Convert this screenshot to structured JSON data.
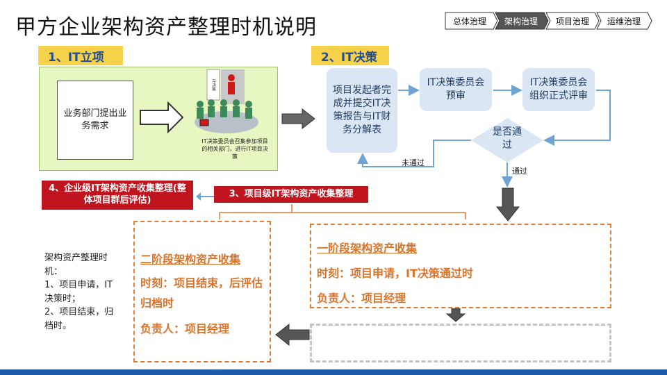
{
  "title": "甲方企业架构资产整理时机说明",
  "nav": [
    "总体治理",
    "架构治理",
    "项目治理",
    "运维治理"
  ],
  "step1": {
    "label": "1、IT立项",
    "box_text": "业务部门提出业务需求",
    "board_text": "IT决策",
    "caption": "IT决策委员会召集参加项目的相关部门，进行IT项目决策"
  },
  "step2": {
    "label": "2、IT决策",
    "node1": "项目发起者完成并提交IT决策报告与IT财务分解表",
    "node2": "IT决策委员会预审",
    "node3": "IT决策委员会组织正式评审",
    "decision": "是否通过",
    "fail_label": "未通过",
    "pass_label": "通过"
  },
  "step3_label": "3、项目级IT架构资产收集整理",
  "step4_label": "4、企业级IT架构资产收集整理(整体项目群后评估)",
  "side_note": "架构资产整理时机：\n1、项目申请，IT决策时；\n2、项目结束，归档时。",
  "phase1": {
    "title": "一阶段架构资产收集",
    "time": "时刻：项目申请，IT决策通过时",
    "owner": "负责人：项目经理"
  },
  "phase2": {
    "title": "二阶段架构资产收集",
    "time": "时刻：项目结束，后评估归档时",
    "owner": "负责人：项目经理"
  },
  "colors": {
    "brand_blue": "#1e5aa8",
    "label_yellow": "#f5d24a",
    "green_panel": "#e6f7c2",
    "node_blue": "#dbe6f4",
    "red": "#c0151f",
    "orange": "#e07a35",
    "arrow_blue": "#6fa3d4",
    "arrow_gray": "#555555"
  }
}
